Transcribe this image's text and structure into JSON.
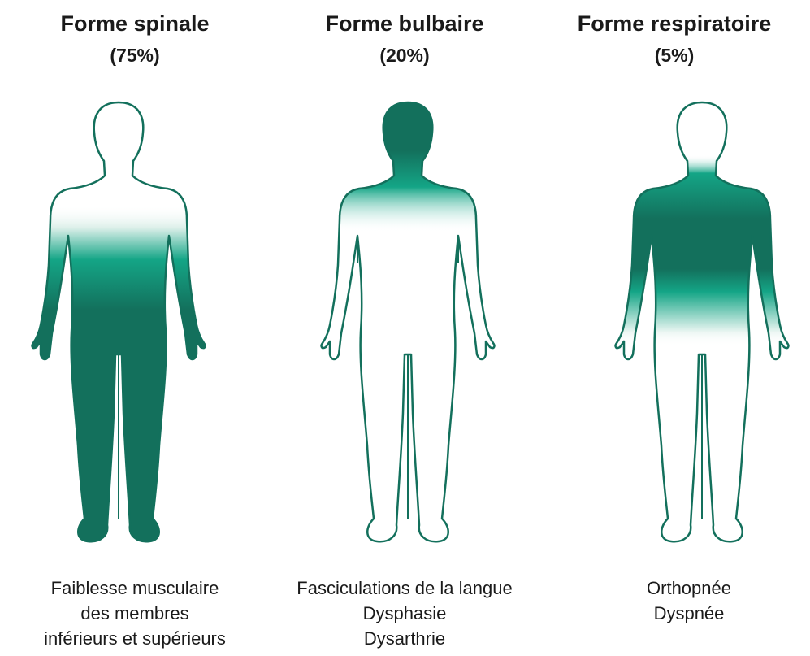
{
  "columns": [
    {
      "title": "Forme spinale",
      "percent": "(75%)",
      "symptoms": [
        "Faiblesse musculaire",
        "des membres",
        "inférieurs et supérieurs"
      ]
    },
    {
      "title": "Forme bulbaire",
      "percent": "(20%)",
      "symptoms": [
        "Fasciculations de la langue",
        "Dysphasie",
        "Dysarthrie"
      ]
    },
    {
      "title": "Forme respiratoire",
      "percent": "(5%)",
      "symptoms": [
        "Orthopnée",
        "Dyspnée"
      ]
    }
  ],
  "colors": {
    "dark_green": "#13705c",
    "bright_green": "#14a586",
    "outline": "#13705c"
  }
}
